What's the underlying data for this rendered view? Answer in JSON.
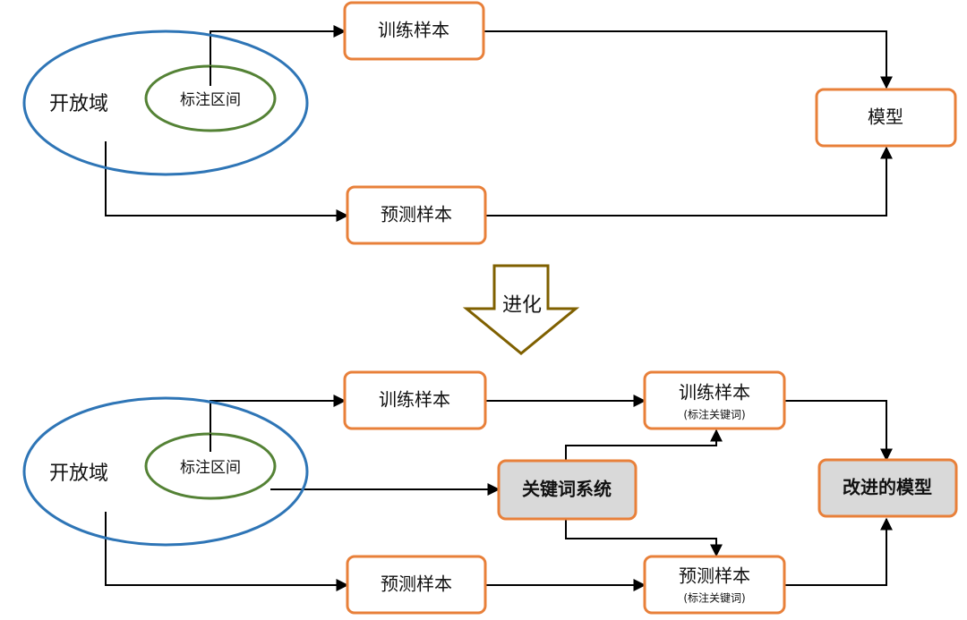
{
  "colors": {
    "box_border": "#e8803a",
    "box_fill": "#ffffff",
    "box_fill_highlight": "#d9d9d9",
    "outer_ellipse": "#2e75b6",
    "inner_ellipse": "#548235",
    "arrow_border": "#7f6000",
    "line": "#000000"
  },
  "top": {
    "open_domain": "开放域",
    "annotated_range": "标注区间",
    "training_samples": "训练样本",
    "prediction_samples": "预测样本",
    "model": "模型"
  },
  "evolution_arrow": {
    "label": "进化"
  },
  "bottom": {
    "open_domain": "开放域",
    "annotated_range": "标注区间",
    "training_samples": "训练样本",
    "prediction_samples": "预测样本",
    "keyword_system": "关键词系统",
    "training_samples_kw": "训练样本",
    "training_samples_kw_note": "(标注关键词)",
    "prediction_samples_kw": "预测样本",
    "prediction_samples_kw_note": "(标注关键词)",
    "improved_model": "改进的模型"
  }
}
